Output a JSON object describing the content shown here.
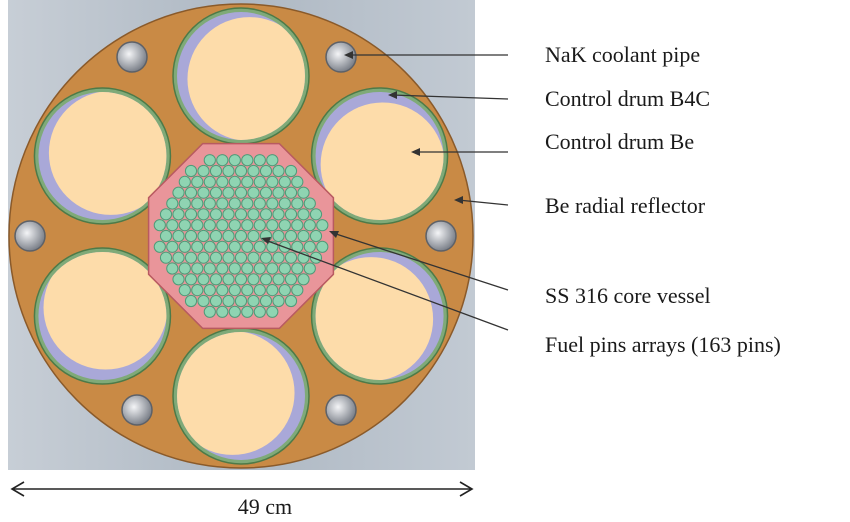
{
  "labels": {
    "nak_coolant_pipe": "NaK coolant pipe",
    "control_drum_b4c": "Control drum B4C",
    "control_drum_be": "Control drum Be",
    "be_radial_reflector": "Be radial reflector",
    "ss316_core_vessel": "SS 316 core vessel",
    "fuel_pins_arrays": "Fuel pins arrays (163 pins)"
  },
  "dimension": "49 cm",
  "colors": {
    "background_panel": "#b9c2cc",
    "reflector": "#c98a45",
    "drum_be": "#fddcaa",
    "drum_b4c": "#a9a8d8",
    "drum_ring": "#7faa78",
    "vessel": "#e9959a",
    "fuel_pin": "#8fd4b2",
    "fuel_pin_edge": "#4f9a78",
    "pipe": "#8d9199"
  }
}
